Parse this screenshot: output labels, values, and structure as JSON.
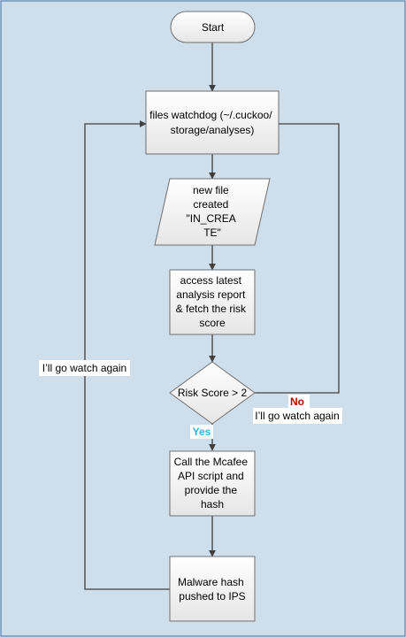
{
  "colors": {
    "background": "#cfdeeb",
    "frame": "#6b8fb5",
    "shape_fill_top": "#ffffff",
    "shape_fill_bottom": "#e6e6e6",
    "shape_stroke": "#6f6f6f",
    "connector": "#404040",
    "label_bg": "#ffffff",
    "no_label": "#c00000",
    "yes_label": "#2fb3e0",
    "text": "#000000"
  },
  "nodes": {
    "start": {
      "text": "Start"
    },
    "watchdog": {
      "lines": [
        "files watchdog (~/.cuckoo/",
        "storage/analyses)"
      ]
    },
    "new_file": {
      "lines": [
        "new file",
        "created",
        "\"IN_CREA",
        "TE\""
      ]
    },
    "access_report": {
      "lines": [
        "access latest",
        "analysis report",
        "& fetch the risk",
        "score"
      ]
    },
    "decision": {
      "text": "Risk Score > 2"
    },
    "call_api": {
      "lines": [
        "Call the Mcafee",
        "API script and",
        "provide the",
        "hash"
      ]
    },
    "push_ips": {
      "lines": [
        "Malware hash",
        "pushed to IPS"
      ]
    }
  },
  "labels": {
    "no": "No",
    "yes": "Yes",
    "loop_left": "I’ll go watch again",
    "loop_right": "I’ll go watch again"
  }
}
